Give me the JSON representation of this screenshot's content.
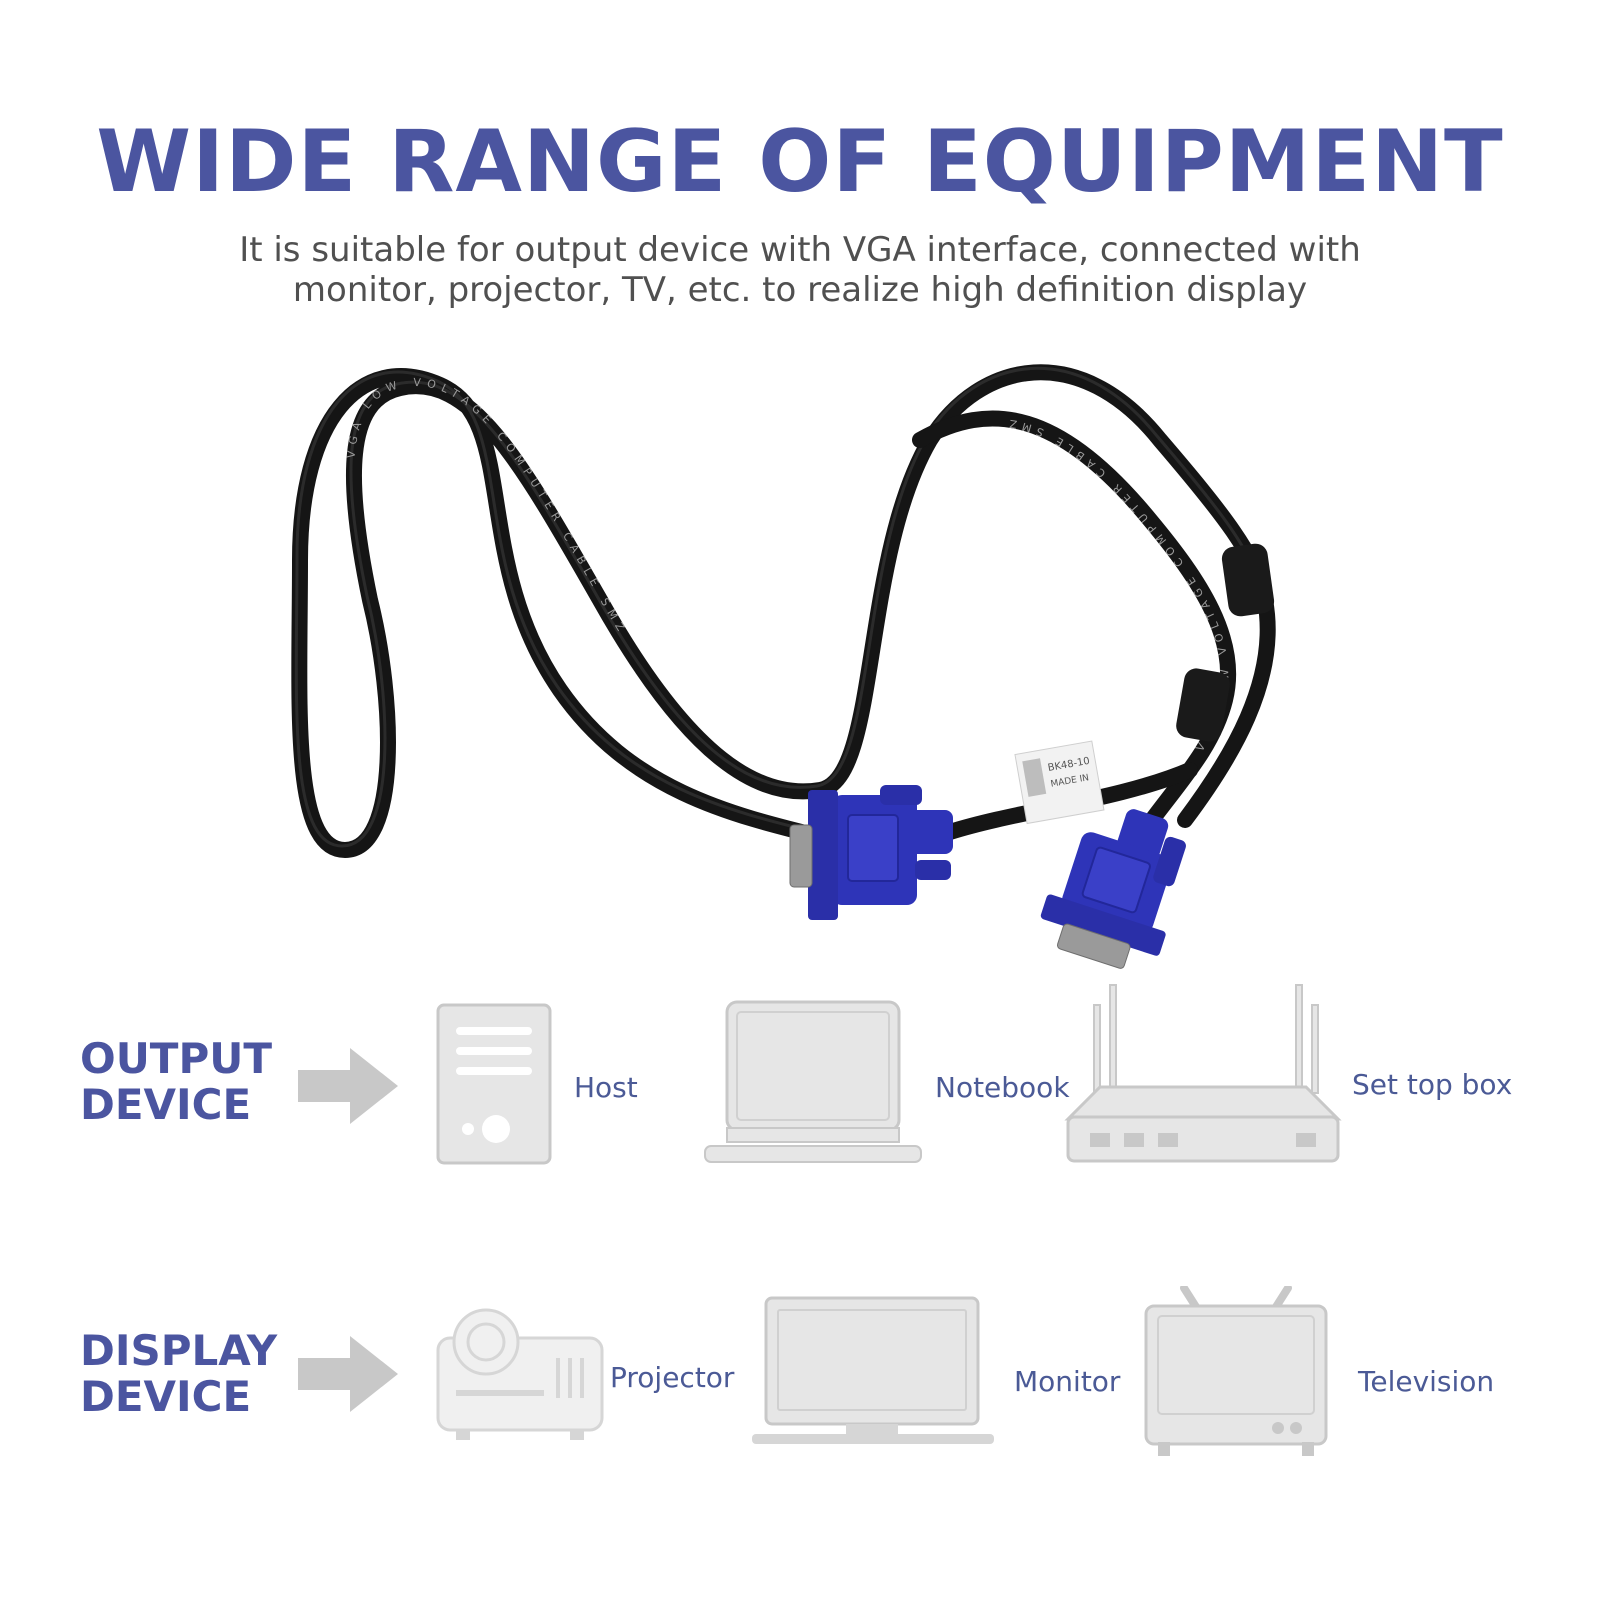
{
  "header": {
    "title": "WIDE RANGE OF EQUIPMENT",
    "subtitle_line1": "It is suitable for output device with VGA interface, connected with",
    "subtitle_line2": "monitor, projector, TV, etc. to realize high definition display"
  },
  "cable_print": {
    "text_a": "VGA LOW VOLTAGE COMPUTER CABLE SMZ",
    "text_b": "VGA LOW VOLTAGE COMPUTER CABLE SMZ",
    "label_text": "BK48-10",
    "label_made": "MADE IN"
  },
  "output": {
    "label_line1": "OUTPUT",
    "label_line2": "DEVICE",
    "devices": [
      {
        "label": "Host",
        "icon": "desktop-tower-icon"
      },
      {
        "label": "Notebook",
        "icon": "laptop-icon"
      },
      {
        "label": "Set top box",
        "icon": "router-box-icon"
      }
    ]
  },
  "display": {
    "label_line1": "DISPLAY",
    "label_line2": "DEVICE",
    "devices": [
      {
        "label": "Projector",
        "icon": "projector-icon"
      },
      {
        "label": "Monitor",
        "icon": "monitor-icon"
      },
      {
        "label": "Television",
        "icon": "television-icon"
      }
    ]
  },
  "colors": {
    "accent": "#4b55a0",
    "icon_fill": "#e6e6e6",
    "icon_stroke": "#c8c8c8",
    "connector_blue": "#2e34b8",
    "cable_black": "#151515"
  }
}
